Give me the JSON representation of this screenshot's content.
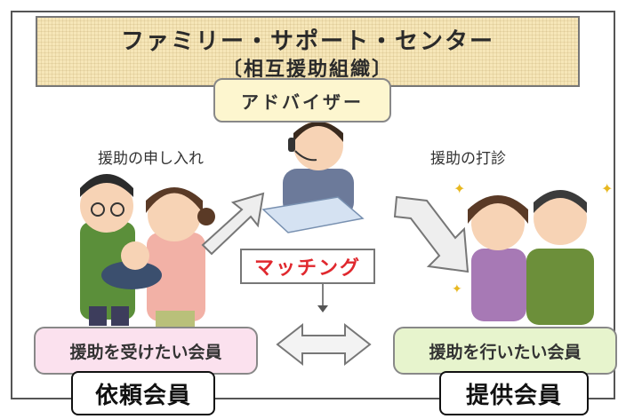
{
  "header": {
    "title": "ファミリー・サポート・センター",
    "subtitle": "〔相互援助組織〕"
  },
  "adviser": {
    "label": "アドバイザー"
  },
  "labels": {
    "request_flow": "援助の申し入れ",
    "offer_flow": "援助の打診"
  },
  "matching": {
    "label": "マッチング",
    "color": "#e0282e"
  },
  "members": {
    "requesting": {
      "box_label": "援助を受けたい会員",
      "tag": "依頼会員",
      "color": "#fbe1ee"
    },
    "providing": {
      "box_label": "援助を行いたい会員",
      "tag": "提供会員",
      "color": "#e7f4cd"
    }
  }
}
